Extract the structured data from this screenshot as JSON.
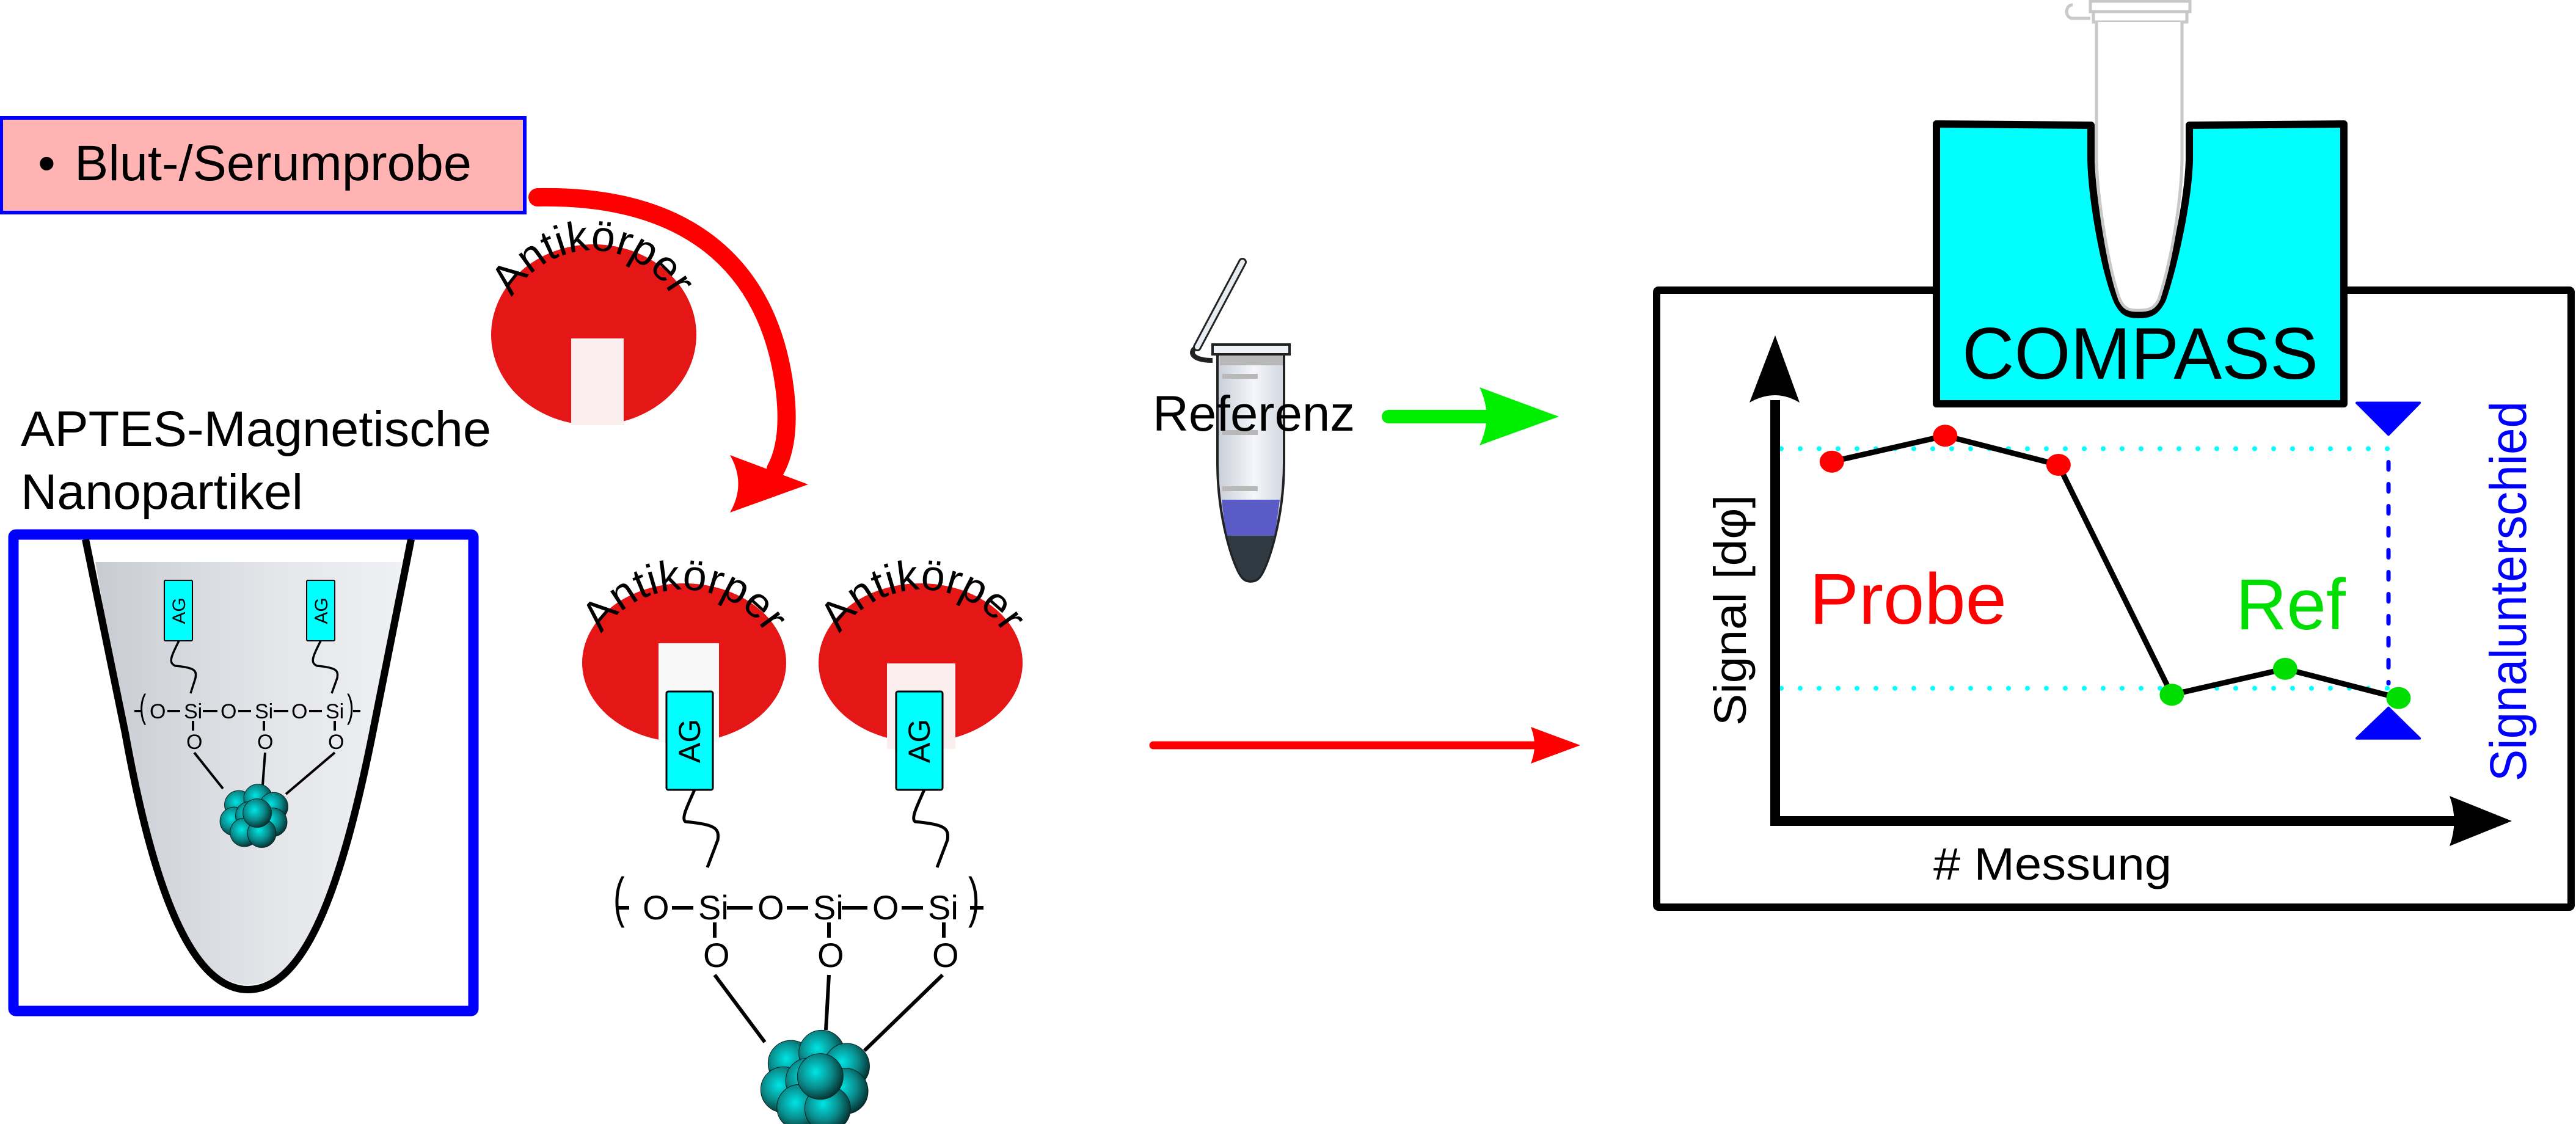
{
  "sample_box": {
    "bullet": "•",
    "label": "Blut-/Serumprobe",
    "fill_color": "#ffb3b3",
    "border_color": "#0000ff"
  },
  "nanoparticle_label": {
    "line1": "APTES-Magnetische",
    "line2": "Nanopartikel"
  },
  "antibody": {
    "label": "Antikörper",
    "color": "#e51616"
  },
  "antigen": {
    "label": "AG",
    "color": "#00ffff"
  },
  "silane_chain": {
    "open_bracket": "(",
    "close_bracket": ")",
    "oxygen": "O",
    "silicon": "Si"
  },
  "reference_tube": {
    "label": "Referenz",
    "liquid_color": "#5b5bc8"
  },
  "arrows": {
    "sample_arrow_color": "#ff0000",
    "reference_arrow_color": "#00ee00",
    "measurement_arrow_color": "#ff0000"
  },
  "device": {
    "label": "COMPASS",
    "color": "#00ffff"
  },
  "chart_data": {
    "type": "line",
    "title": "",
    "xlabel": "# Messung",
    "ylabel": "Signal [dφ]",
    "x": [
      1,
      2,
      3,
      4,
      5,
      6
    ],
    "series": [
      {
        "name": "Probe",
        "color": "#ff0000",
        "x": [
          1,
          2,
          3
        ],
        "values": [
          0.76,
          0.84,
          0.75
        ]
      },
      {
        "name": "Ref",
        "color": "#00dd00",
        "x": [
          4,
          5,
          6
        ],
        "values": [
          0.04,
          0.12,
          0.03
        ]
      }
    ],
    "connected": true,
    "reference_levels": [
      {
        "name": "probe-level",
        "value": 0.8,
        "color": "#00ffff",
        "style": "dotted"
      },
      {
        "name": "ref-level",
        "value": 0.06,
        "color": "#00ffff",
        "style": "dotted"
      }
    ],
    "annotations": [
      {
        "text": "Probe",
        "color": "#ff0000"
      },
      {
        "text": "Ref",
        "color": "#00dd00"
      },
      {
        "text": "Signalunterschied",
        "color": "#0000ff"
      }
    ],
    "xlim": [
      0.5,
      7
    ],
    "ylim": [
      -0.35,
      1.15
    ],
    "grid": false,
    "ticks": false
  }
}
